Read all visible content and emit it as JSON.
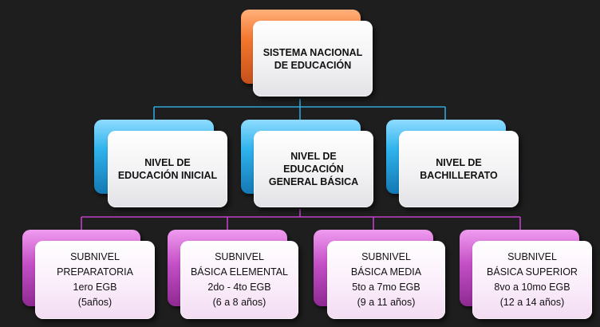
{
  "colors": {
    "background": "#1e1e1e",
    "top_accent": "#f4772e",
    "level_accent": "#2fb3ec",
    "sublevel_accent": "#c44fc6",
    "connector_blue": "#2fa6d8",
    "connector_purple": "#c040c8"
  },
  "root": {
    "lines": [
      "SISTEMA NACIONAL",
      "DE EDUCACIÓN"
    ]
  },
  "levels": [
    {
      "lines": [
        "NIVEL DE",
        "EDUCACIÓN INICIAL"
      ]
    },
    {
      "lines": [
        "NIVEL DE",
        "EDUCACIÓN",
        "GENERAL BÁSICA"
      ]
    },
    {
      "lines": [
        "NIVEL DE",
        "BACHILLERATO"
      ]
    }
  ],
  "sublevels": [
    {
      "lines": [
        "SUBNIVEL",
        "PREPARATORIA",
        "1ero EGB",
        "(5años)"
      ]
    },
    {
      "lines": [
        "SUBNIVEL",
        "BÁSICA ELEMENTAL",
        "2do - 4to EGB",
        "(6 a 8 años)"
      ]
    },
    {
      "lines": [
        "SUBNIVEL",
        "BÁSICA MEDIA",
        "5to a 7mo EGB",
        "(9 a 11 años)"
      ]
    },
    {
      "lines": [
        "SUBNIVEL",
        "BÁSICA SUPERIOR",
        "8vo a 10mo EGB",
        "(12 a 14 años)"
      ]
    }
  ]
}
